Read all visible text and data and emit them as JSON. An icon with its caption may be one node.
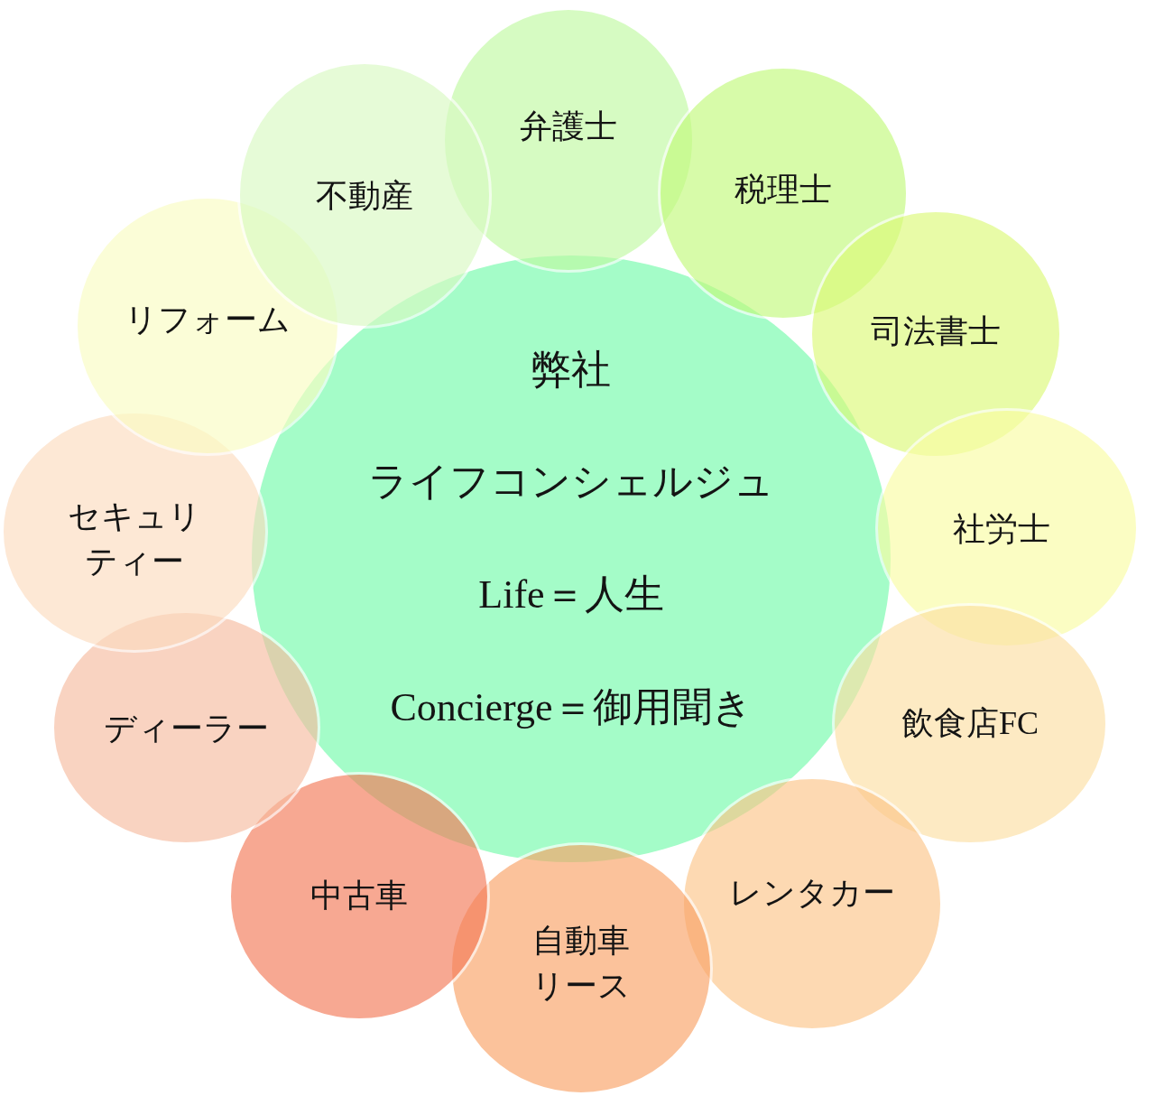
{
  "diagram": {
    "nodes": [
      {
        "text": [
          "弊社",
          "ライフコンシェルジュ",
          "Life＝人生",
          "Concierge＝御用聞き"
        ]
      },
      {
        "text": [
          "弁護士"
        ]
      },
      {
        "text": [
          "税理士"
        ]
      },
      {
        "text": [
          "司法書士"
        ]
      },
      {
        "text": [
          "社労士"
        ]
      },
      {
        "text": [
          "飲食店FC"
        ]
      },
      {
        "text": [
          "レンタカー"
        ]
      },
      {
        "text": [
          "自動車リース"
        ]
      },
      {
        "text": [
          "中古車"
        ]
      },
      {
        "text": [
          "ディーラー"
        ]
      },
      {
        "text": [
          "セキュリティー"
        ]
      },
      {
        "text": [
          "リフォーム"
        ]
      },
      {
        "text": [
          "不動産"
        ]
      }
    ],
    "edges": []
  }
}
